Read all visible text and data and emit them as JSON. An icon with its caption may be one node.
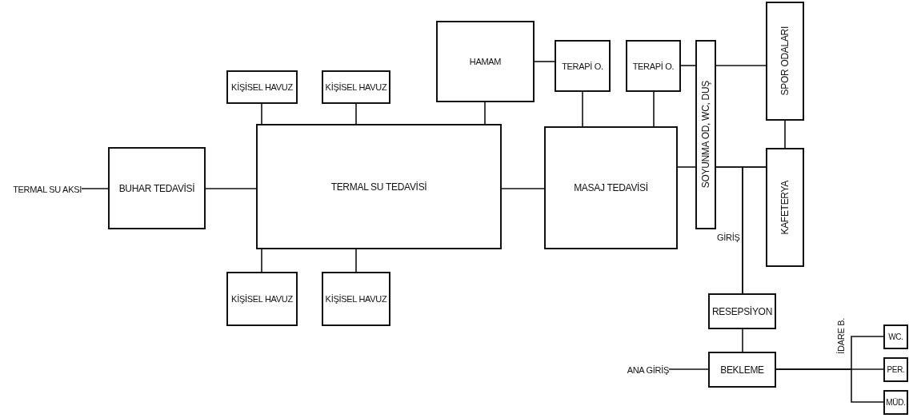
{
  "diagram": {
    "nodes": [
      {
        "text": [
          "TERMAL SU AKSI"
        ]
      },
      {
        "text": [
          "BUHAR TEDAVİSİ"
        ]
      },
      {
        "text": [
          "KİŞİSEL HAVUZ"
        ]
      },
      {
        "text": [
          "KİŞİSEL HAVUZ"
        ]
      },
      {
        "text": [
          "HAMAM"
        ]
      },
      {
        "text": [
          "TERAPİ O."
        ]
      },
      {
        "text": [
          "TERAPİ O."
        ]
      },
      {
        "text": [
          "SPOR ODALARI"
        ]
      },
      {
        "text": [
          "TERMAL SU TEDAVİSİ"
        ]
      },
      {
        "text": [
          "MASAJ TEDAVİSİ"
        ]
      },
      {
        "text": [
          "SOYUNMA OD, WC, DUŞ"
        ]
      },
      {
        "text": [
          "KAFETERYA"
        ]
      },
      {
        "text": [
          "KİŞİSEL HAVUZ"
        ]
      },
      {
        "text": [
          "KİŞİSEL HAVUZ"
        ]
      },
      {
        "text": [
          "RESEPSİYON"
        ]
      },
      {
        "text": [
          "WC."
        ]
      },
      {
        "text": [
          "PER."
        ]
      },
      {
        "text": [
          "ANA GİRİŞ"
        ]
      },
      {
        "text": [
          "BEKLEME"
        ]
      },
      {
        "text": [
          "MÜD."
        ]
      }
    ],
    "edges": [
      {
        "from": 0,
        "to": 1,
        "arrow": "none"
      },
      {
        "from": 1,
        "to": 8,
        "arrow": "none"
      },
      {
        "from": 2,
        "to": 8,
        "arrow": "none"
      },
      {
        "from": 3,
        "to": 8,
        "arrow": "none"
      },
      {
        "from": 4,
        "to": 8,
        "arrow": "none"
      },
      {
        "from": 4,
        "to": 5,
        "arrow": "none"
      },
      {
        "from": 5,
        "to": 9,
        "arrow": "none"
      },
      {
        "from": 6,
        "to": 9,
        "arrow": "none"
      },
      {
        "from": 6,
        "to": 10,
        "arrow": "none"
      },
      {
        "from": 10,
        "to": 7,
        "arrow": "none"
      },
      {
        "from": 8,
        "to": 9,
        "arrow": "none"
      },
      {
        "from": 9,
        "to": 10,
        "arrow": "none"
      },
      {
        "from": 10,
        "to": 11,
        "arrow": "none"
      },
      {
        "from": 7,
        "to": 11,
        "arrow": "none"
      },
      {
        "from": 8,
        "to": 12,
        "arrow": "none"
      },
      {
        "from": 8,
        "to": 13,
        "arrow": "none"
      },
      {
        "from": 14,
        "to": 10,
        "arrow": "none"
      },
      {
        "from": 14,
        "to": 11,
        "arrow": "none"
      },
      {
        "from": 14,
        "to": 18,
        "arrow": "none"
      },
      {
        "from": 17,
        "to": 18,
        "arrow": "none"
      },
      {
        "from": 18,
        "to": 15,
        "arrow": "none"
      },
      {
        "from": 18,
        "to": 16,
        "arrow": "none"
      },
      {
        "from": 18,
        "to": 19,
        "arrow": "none"
      }
    ],
    "labels": [
      "GİRİŞ",
      "İDARE B."
    ]
  }
}
